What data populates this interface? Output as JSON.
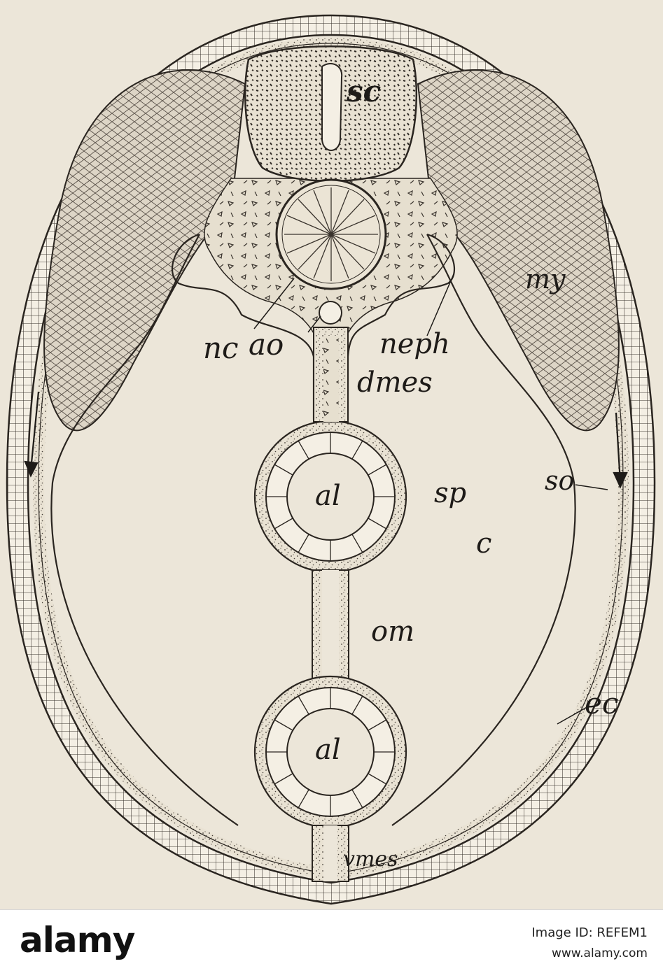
{
  "figure": {
    "labels": {
      "sc": "sc",
      "my": "my",
      "nc": "nc",
      "ao": "ao",
      "neph": "neph",
      "dmes": "dmes",
      "al_upper": "al",
      "sp": "sp",
      "so": "so",
      "c": "c",
      "om": "om",
      "ec": "ec",
      "al_lower": "al",
      "vmes": "vmes"
    }
  },
  "footer": {
    "brand": "alamy",
    "image_id": "Image ID: REFEM1",
    "url": "www.alamy.com"
  }
}
